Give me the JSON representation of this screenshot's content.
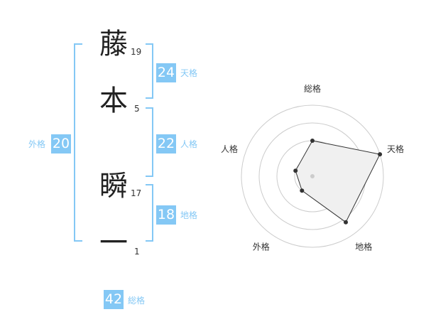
{
  "name": {
    "chars": [
      {
        "char": "藤",
        "strokes": "19"
      },
      {
        "char": "本",
        "strokes": "5"
      },
      {
        "char": "瞬",
        "strokes": "17"
      },
      {
        "char": "一",
        "strokes": "1"
      }
    ]
  },
  "kaku": {
    "tenkaku": {
      "value": "24",
      "label": "天格"
    },
    "jinkaku": {
      "value": "22",
      "label": "人格"
    },
    "chikaku": {
      "value": "18",
      "label": "地格"
    },
    "gaikaku": {
      "value": "20",
      "label": "外格"
    },
    "soukaku": {
      "value": "42",
      "label": "総格"
    }
  },
  "colors": {
    "accent": "#84c8f5",
    "radar_fill": "#f0f0f0",
    "ring": "#cccccc",
    "point": "#333333"
  },
  "chart_data": {
    "type": "radar",
    "axes": [
      {
        "key": "soukaku",
        "label": "総格",
        "value": 0.5
      },
      {
        "key": "tenkaku",
        "label": "天格",
        "value": 1.0
      },
      {
        "key": "chikaku",
        "label": "地格",
        "value": 0.8
      },
      {
        "key": "gaikaku",
        "label": "外格",
        "value": 0.25
      },
      {
        "key": "jinkaku",
        "label": "人格",
        "value": 0.25
      }
    ],
    "rings": 4,
    "range": [
      0,
      1
    ]
  }
}
